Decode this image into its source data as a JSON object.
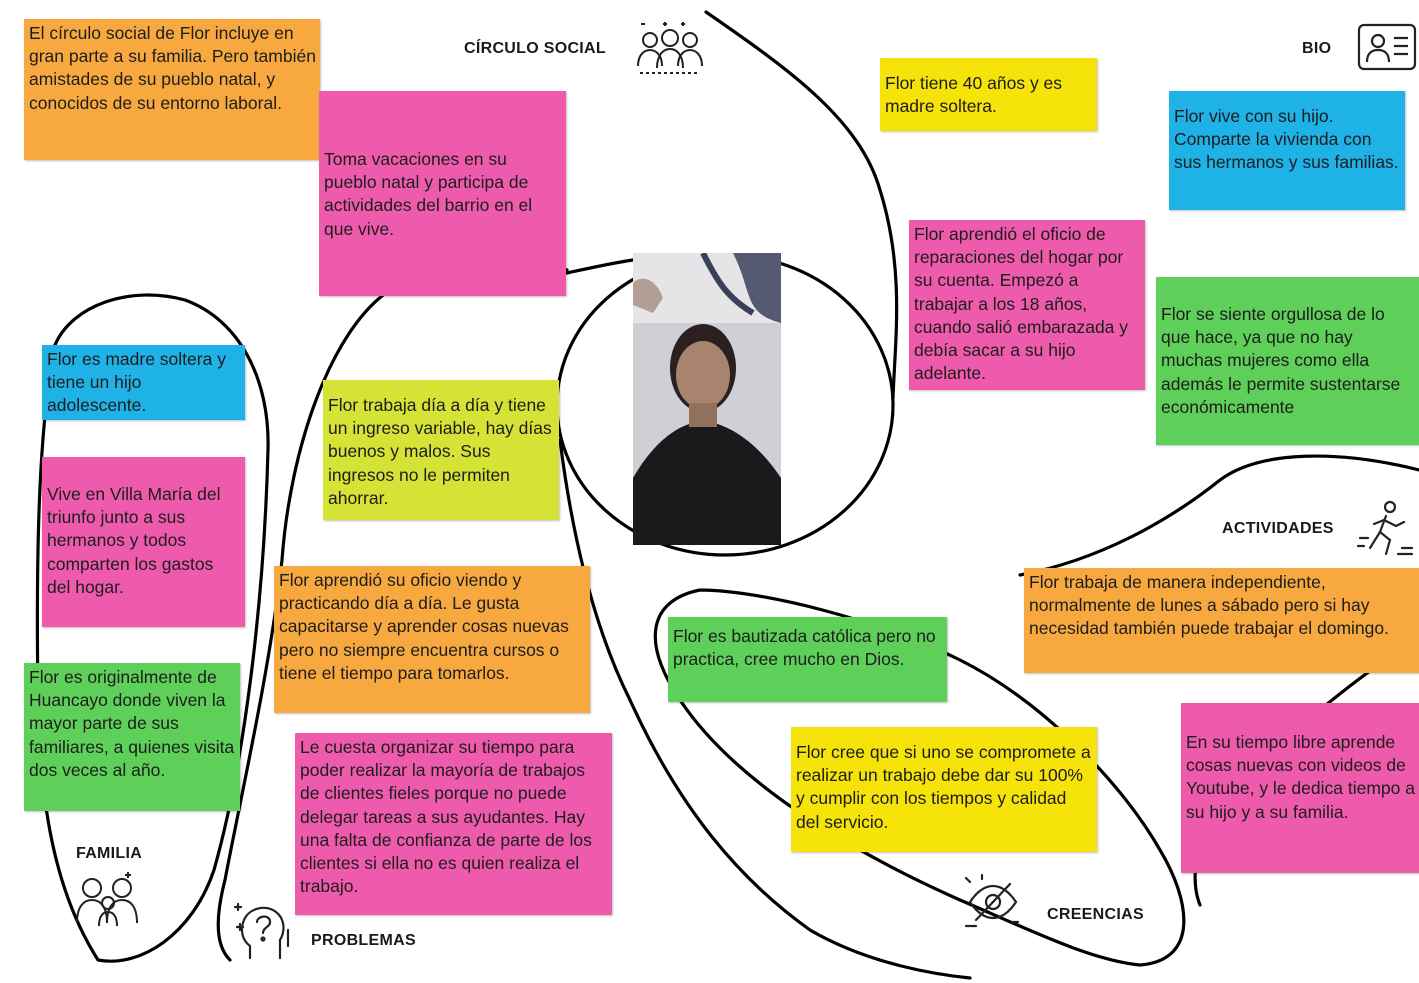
{
  "categories": {
    "circulo_social": "CÍRCULO SOCIAL",
    "bio": "BIO",
    "actividades": "ACTIVIDADES",
    "familia": "FAMILIA",
    "problemas": "PROBLEMAS",
    "creencias": "CREENCIAS"
  },
  "notes": {
    "n1": "El círculo social de Flor incluye en gran parte a su familia. Pero también amistades de su pueblo natal, y conocidos de su entorno laboral.",
    "n2": "Toma vacaciones en su pueblo natal y participa de actividades del barrio en el que vive.",
    "n3": "Flor tiene 40 años y es madre soltera.",
    "n4": "Flor vive con su hijo. Comparte la vivienda con sus hermanos y sus familias.",
    "n5": "Flor aprendió el oficio de reparaciones del hogar por su cuenta. Empezó a trabajar a los 18 años, cuando salió embarazada y debía sacar a su hijo adelante.",
    "n6": "Flor se siente orgullosa de lo que hace, ya que no hay muchas mujeres como ella además le permite sustentarse económicamente",
    "n7": "Flor es madre soltera y tiene un hijo adolescente.",
    "n8": "Flor trabaja día a día y tiene un ingreso variable, hay días buenos y malos. Sus ingresos no le permiten ahorrar.",
    "n9": "Vive en Villa María del triunfo junto a sus hermanos y todos comparten los gastos del hogar.",
    "n10": "Flor aprendió su oficio viendo y practicando día a día. Le gusta capacitarse y aprender cosas nuevas pero no siempre encuentra cursos o tiene el tiempo para tomarlos.",
    "n11": "Flor trabaja de manera independiente, normalmente de lunes a sábado pero si hay necesidad también puede trabajar el domingo.",
    "n12": "Flor es bautizada católica pero no practica, cree mucho en Dios.",
    "n13": "Flor es originalmente de Huancayo donde viven la mayor parte de sus familiares, a quienes visita dos veces al año.",
    "n14": "Le cuesta organizar su tiempo para poder realizar la mayoría de trabajos de clientes fieles porque no puede delegar tareas a sus ayudantes. Hay una falta de confianza de parte de los clientes si ella no es quien realiza el trabajo.",
    "n15": "Flor cree que si uno se compromete a realizar un trabajo debe dar su 100% y cumplir con los tiempos y calidad del servicio.",
    "n16": "En su tiempo libre aprende cosas nuevas con videos de Youtube, y le dedica tiempo a su hijo y a su familia."
  },
  "icons": {
    "circulo_social": "group-people-icon",
    "bio": "id-card-icon",
    "actividades": "running-person-icon",
    "familia": "family-icon",
    "problemas": "question-head-icon",
    "creencias": "eye-crossed-icon"
  },
  "colors": {
    "orange": "#f7a940",
    "pink": "#ee5bac",
    "yellow": "#f5e30a",
    "lime": "#d6e336",
    "blue": "#1fb2e6",
    "green": "#5ed059"
  }
}
